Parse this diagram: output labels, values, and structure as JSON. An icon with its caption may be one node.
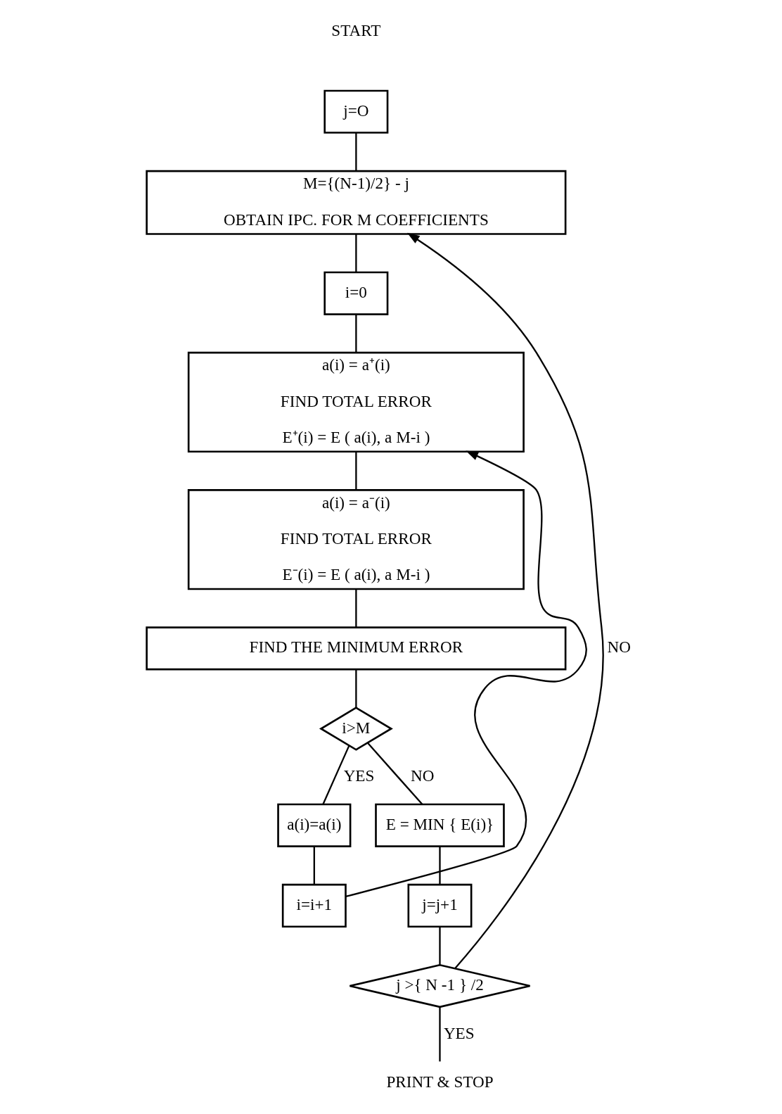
{
  "diagram": {
    "nodes": [
      {
        "text": [
          "START"
        ]
      },
      {
        "text": [
          "j=O"
        ]
      },
      {
        "text": [
          "M={(N-1)/2} - j",
          "OBTAIN IPC. FOR M COEFFICIENTS"
        ]
      },
      {
        "text": [
          "i=0"
        ]
      },
      {
        "text": [
          "a(i) = a⁺(i)",
          "FIND TOTAL ERROR",
          "E⁺(i) = E ( a(i), a M-i )"
        ]
      },
      {
        "text": [
          "a(i) = a⁻(i)",
          "FIND TOTAL ERROR",
          "E⁻(i) = E ( a(i), a M-i )"
        ]
      },
      {
        "text": [
          "FIND THE MINIMUM ERROR"
        ]
      },
      {
        "text": [
          "i>M"
        ]
      },
      {
        "text": [
          "a(i)=a(i)"
        ]
      },
      {
        "text": [
          "i=i+1"
        ]
      },
      {
        "text": [
          "E = MIN { E(i)}"
        ]
      },
      {
        "text": [
          "j=j+1"
        ]
      },
      {
        "text": [
          "j >{ N -1 } /2"
        ]
      },
      {
        "text": [
          "PRINT & STOP"
        ]
      }
    ],
    "edges": [
      {
        "from": 1,
        "to": 2,
        "arrow": "none"
      },
      {
        "from": 2,
        "to": 3,
        "arrow": "none"
      },
      {
        "from": 3,
        "to": 4,
        "arrow": "none"
      },
      {
        "from": 4,
        "to": 5,
        "arrow": "none"
      },
      {
        "from": 5,
        "to": 6,
        "arrow": "none"
      },
      {
        "from": 6,
        "to": 7,
        "arrow": "none"
      },
      {
        "from": 7,
        "to": 8,
        "arrow": "none",
        "label": "YES"
      },
      {
        "from": 8,
        "to": 9,
        "arrow": "none"
      },
      {
        "from": 9,
        "to": 4,
        "arrow": "to"
      },
      {
        "from": 7,
        "to": 10,
        "arrow": "none",
        "label": "NO"
      },
      {
        "from": 10,
        "to": 11,
        "arrow": "none"
      },
      {
        "from": 11,
        "to": 12,
        "arrow": "none"
      },
      {
        "from": 12,
        "to": 2,
        "arrow": "to",
        "label": "NO"
      },
      {
        "from": 12,
        "to": 13,
        "arrow": "none",
        "label": "YES"
      }
    ]
  }
}
